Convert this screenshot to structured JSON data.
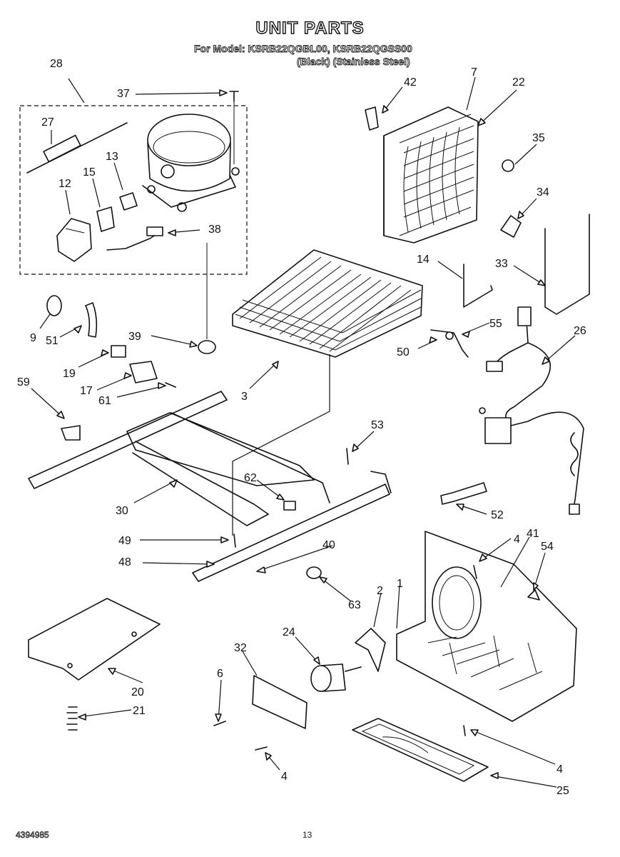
{
  "document": {
    "title": "UNIT PARTS",
    "model_line": "For Model: KSRB22QGBL00, KSRB22QGSS00",
    "variant_line": "(Black)   (Stainless Steel)",
    "doc_number": "4394985",
    "page_number": "13"
  },
  "callouts": [
    "28",
    "37",
    "27",
    "13",
    "15",
    "12",
    "38",
    "42",
    "7",
    "22",
    "35",
    "34",
    "14",
    "33",
    "55",
    "50",
    "26",
    "9",
    "51",
    "19",
    "17",
    "61",
    "39",
    "59",
    "3",
    "53",
    "62",
    "52",
    "30",
    "49",
    "48",
    "40",
    "4",
    "41",
    "54",
    "63",
    "2",
    "1",
    "24",
    "32",
    "6",
    "20",
    "21",
    "4",
    "4",
    "25"
  ]
}
